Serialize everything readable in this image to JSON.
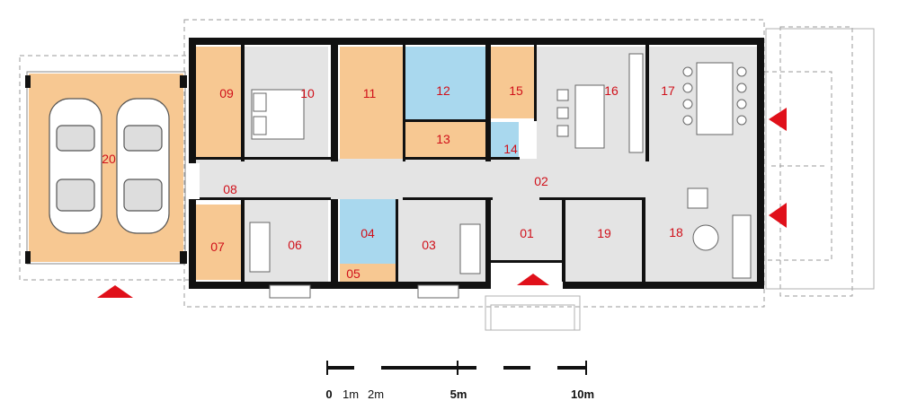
{
  "rooms": [
    {
      "id": "01",
      "fill": "#e4e4e4"
    },
    {
      "id": "02",
      "fill": "#e4e4e4"
    },
    {
      "id": "03",
      "fill": "#e4e4e4"
    },
    {
      "id": "04",
      "fill": "#a9d8ee"
    },
    {
      "id": "05",
      "fill": "#f7c892"
    },
    {
      "id": "06",
      "fill": "#e4e4e4"
    },
    {
      "id": "07",
      "fill": "#f7c892"
    },
    {
      "id": "08",
      "fill": "#e4e4e4"
    },
    {
      "id": "09",
      "fill": "#f7c892"
    },
    {
      "id": "10",
      "fill": "#e4e4e4"
    },
    {
      "id": "11",
      "fill": "#f7c892"
    },
    {
      "id": "12",
      "fill": "#a9d8ee"
    },
    {
      "id": "13",
      "fill": "#f7c892"
    },
    {
      "id": "14",
      "fill": "#a9d8ee"
    },
    {
      "id": "15",
      "fill": "#f7c892"
    },
    {
      "id": "16",
      "fill": "#e4e4e4"
    },
    {
      "id": "17",
      "fill": "#e4e4e4"
    },
    {
      "id": "18",
      "fill": "#e4e4e4"
    },
    {
      "id": "19",
      "fill": "#e4e4e4"
    },
    {
      "id": "20",
      "fill": "#f7c892"
    }
  ],
  "scale": {
    "ticks": [
      "0",
      "1m",
      "2m",
      "5m",
      "10m"
    ]
  },
  "colors": {
    "wall": "#111111",
    "label": "#d0101a",
    "arrow": "#e0101a",
    "outline": "#9a9a9a"
  },
  "icons": [
    "entrance-arrow-icon",
    "car-icon",
    "bed-icon",
    "dining-chair-icon",
    "kitchen-island-icon"
  ]
}
